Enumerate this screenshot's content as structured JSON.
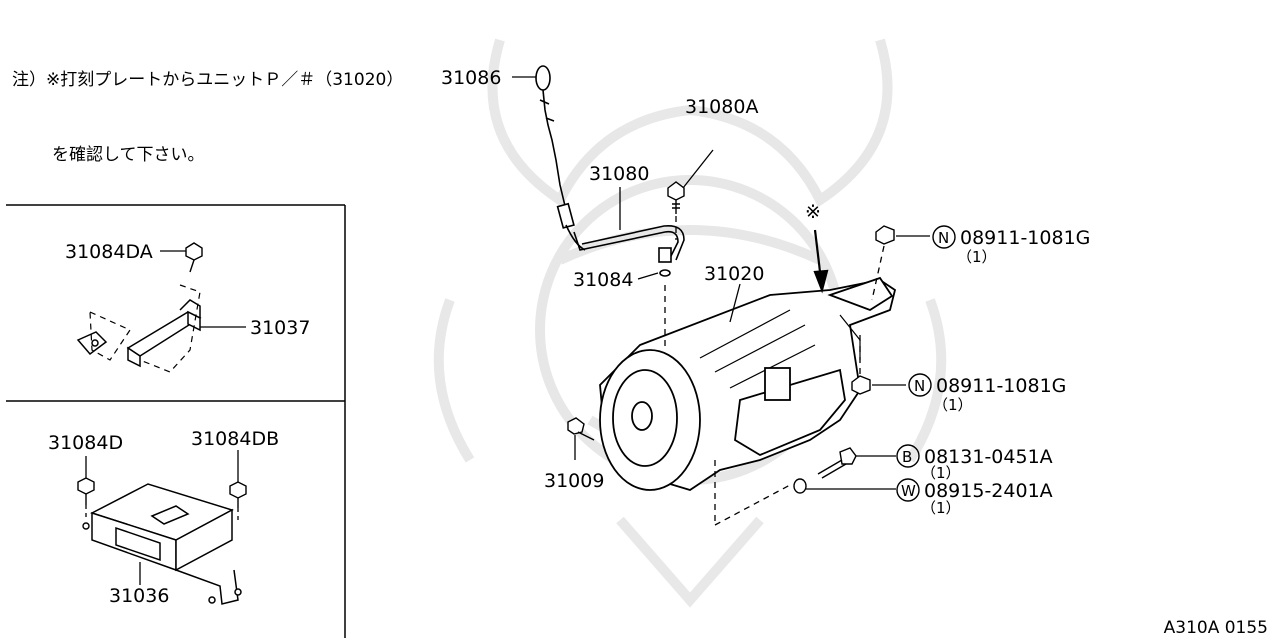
{
  "note": {
    "line1": "注）※打刻プレートからユニットＰ／＃（31020）",
    "line2": "を確認して下さい。"
  },
  "marker": "※",
  "parts": {
    "p31086": "31086",
    "p31080A": "31080A",
    "p31080": "31080",
    "p31084": "31084",
    "p31020": "31020",
    "p31009": "31009",
    "p31084DA": "31084DA",
    "p31037": "31037",
    "p31084D": "31084D",
    "p31084DB": "31084DB",
    "p31036": "31036"
  },
  "hardware": [
    {
      "symbol": "N",
      "number": "08911-1081G",
      "qty": "（1）"
    },
    {
      "symbol": "N",
      "number": "08911-1081G",
      "qty": "（1）"
    },
    {
      "symbol": "B",
      "number": "08131-0451A",
      "qty": "（1）"
    },
    {
      "symbol": "W",
      "number": "08915-2401A",
      "qty": "（1）"
    }
  ],
  "figure_code": "A310A 0155"
}
